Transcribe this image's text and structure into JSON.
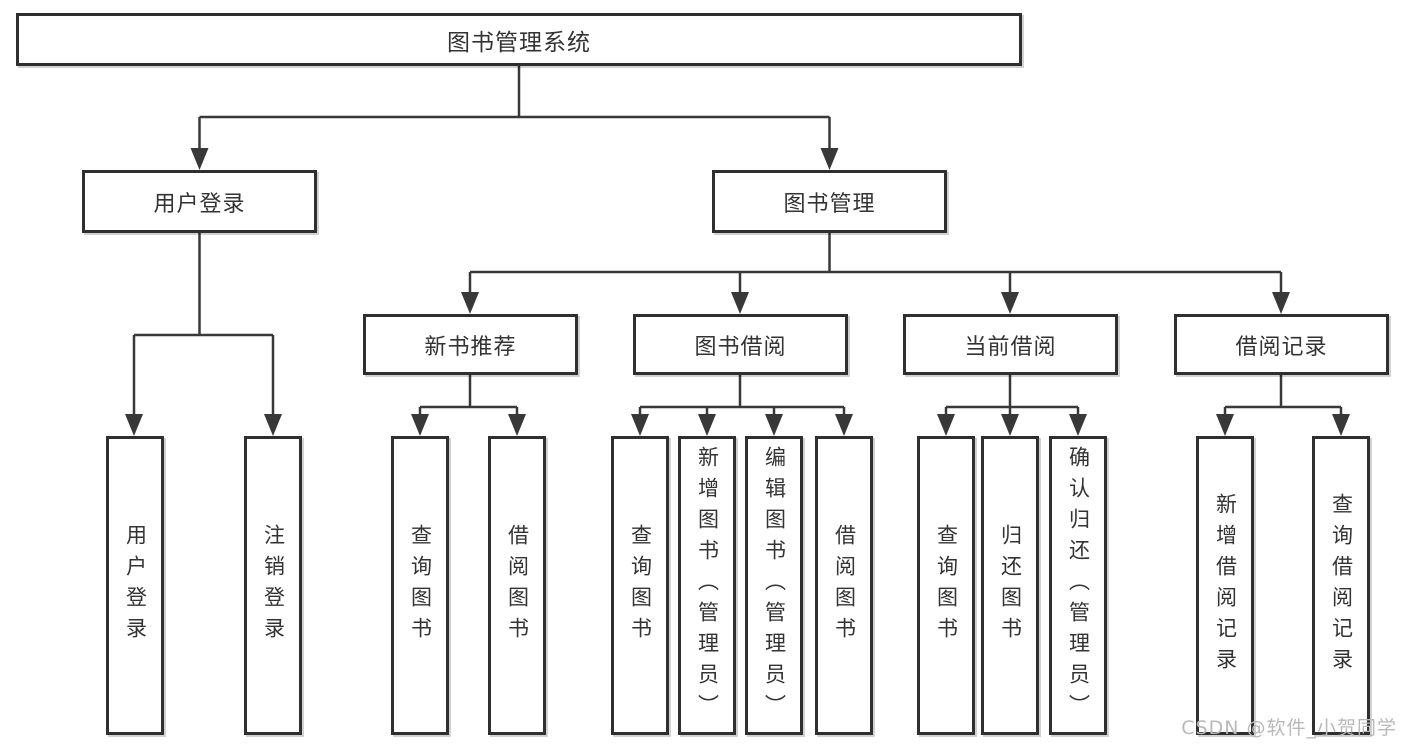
{
  "diagram": {
    "type": "hierarchy-tree",
    "root": {
      "id": "library-management-system",
      "label": "图书管理系统",
      "children": [
        {
          "id": "user-login-branch",
          "label": "用户登录",
          "children": [
            {
              "id": "user-login",
              "label": "用户登录"
            },
            {
              "id": "logout",
              "label": "注销登录"
            }
          ]
        },
        {
          "id": "book-management",
          "label": "图书管理",
          "children": [
            {
              "id": "new-book-recommendation",
              "label": "新书推荐",
              "children": [
                {
                  "id": "query-books",
                  "label": "查询图书"
                },
                {
                  "id": "borrow-books",
                  "label": "借阅图书"
                }
              ]
            },
            {
              "id": "book-borrowing",
              "label": "图书借阅",
              "children": [
                {
                  "id": "query-books",
                  "label": "查询图书"
                },
                {
                  "id": "add-books-admin",
                  "label": "新增图书（管理员）"
                },
                {
                  "id": "edit-books-admin",
                  "label": "编辑图书（管理员）"
                },
                {
                  "id": "borrow-books",
                  "label": "借阅图书"
                }
              ]
            },
            {
              "id": "current-borrowing",
              "label": "当前借阅",
              "children": [
                {
                  "id": "query-books",
                  "label": "查询图书"
                },
                {
                  "id": "return-books",
                  "label": "归还图书"
                },
                {
                  "id": "confirm-return-admin",
                  "label": "确认归还（管理员）"
                }
              ]
            },
            {
              "id": "borrowing-records",
              "label": "借阅记录",
              "children": [
                {
                  "id": "add-borrow-record",
                  "label": "新增借阅记录"
                },
                {
                  "id": "query-borrow-record",
                  "label": "查询借阅记录"
                }
              ]
            }
          ]
        }
      ]
    },
    "colors": {
      "box_border": "#2f2f2f",
      "line": "#383838",
      "text": "#333333",
      "background": "#ffffff",
      "watermark": "#b9b9b9"
    }
  },
  "watermark": "CSDN @软件_小贺同学"
}
